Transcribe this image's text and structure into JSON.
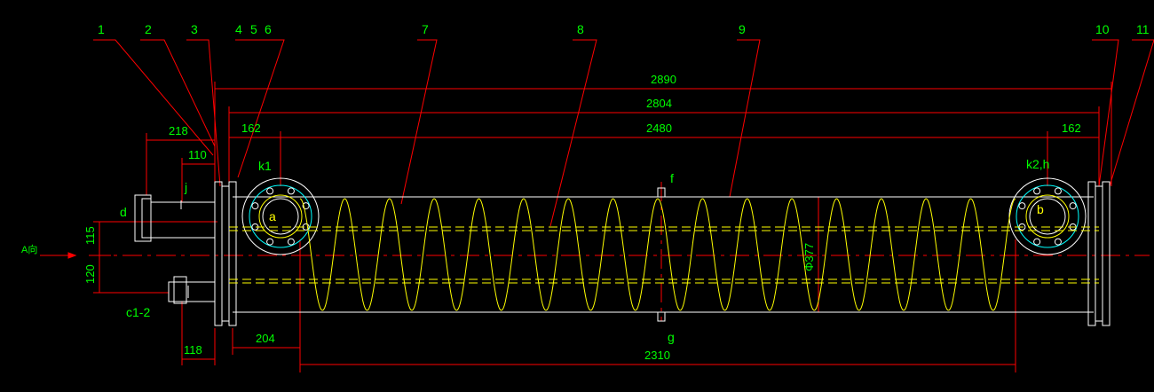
{
  "colors": {
    "background": "#000000",
    "outline": "#ffffff",
    "dimension": "#ff0000",
    "leader_text": "#00ff00",
    "coil": "#ffff00",
    "centerline": "#ff0000",
    "flange": "#00ffff"
  },
  "part_numbers": [
    "1",
    "2",
    "3",
    "4",
    "5",
    "6",
    "7",
    "8",
    "9",
    "10",
    "11"
  ],
  "dimensions": {
    "overall": "2890",
    "outer_flanges": "2804",
    "shell": "2480",
    "left_offset": "162",
    "right_offset": "162",
    "left_extension": "218",
    "nozzle_extension": "110",
    "upper_offset": "115",
    "lower_offset": "120",
    "bottom_nozzle": "118",
    "coil_start": "204",
    "coil_length": "2310",
    "diameter": "Φ377"
  },
  "labels": {
    "k1": "k1",
    "k2h": "k2,h",
    "d": "d",
    "j": "j",
    "a_view": "A向",
    "c12": "c1-2",
    "f": "f",
    "g": "g",
    "a": "a",
    "b": "b"
  }
}
